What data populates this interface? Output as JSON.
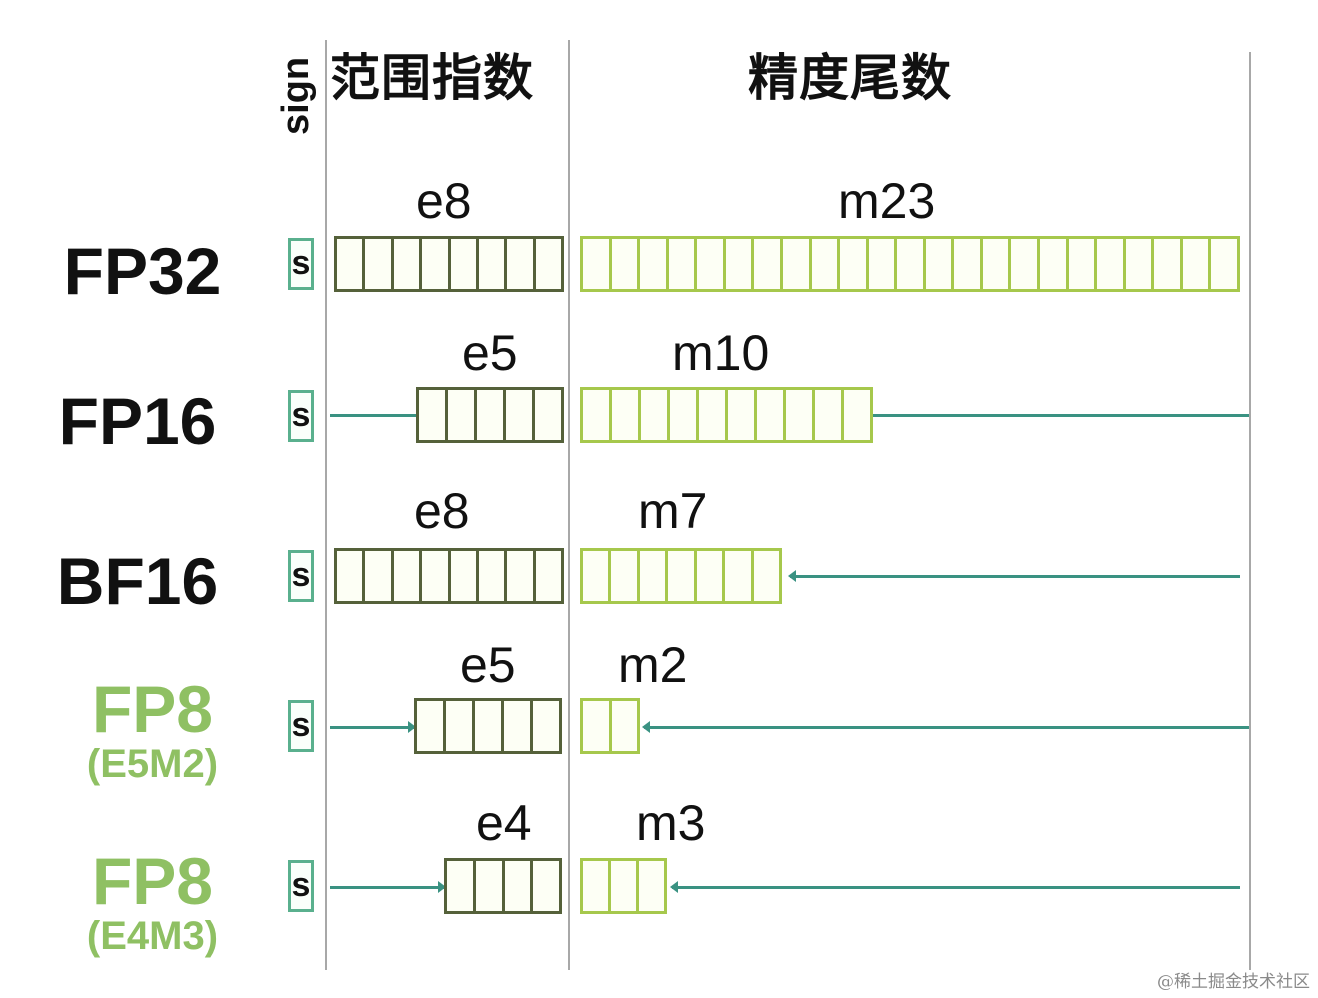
{
  "headers": {
    "sign": "sign",
    "exponent": "范围指数",
    "mantissa": "精度尾数"
  },
  "formats": [
    {
      "name": "FP32",
      "sub": "",
      "sign_label": "s",
      "exp_label": "e8",
      "man_label": "m23",
      "exp_bits": 8,
      "man_bits": 23,
      "color": "#111111"
    },
    {
      "name": "FP16",
      "sub": "",
      "sign_label": "s",
      "exp_label": "e5",
      "man_label": "m10",
      "exp_bits": 5,
      "man_bits": 10,
      "color": "#111111"
    },
    {
      "name": "BF16",
      "sub": "",
      "sign_label": "s",
      "exp_label": "e8",
      "man_label": "m7",
      "exp_bits": 8,
      "man_bits": 7,
      "color": "#111111"
    },
    {
      "name": "FP8",
      "sub": "(E5M2)",
      "sign_label": "s",
      "exp_label": "e5",
      "man_label": "m2",
      "exp_bits": 5,
      "man_bits": 2,
      "color": "#8fc063"
    },
    {
      "name": "FP8",
      "sub": "(E4M3)",
      "sign_label": "s",
      "exp_label": "e4",
      "man_label": "m3",
      "exp_bits": 4,
      "man_bits": 3,
      "color": "#8fc063"
    }
  ],
  "colors": {
    "sign_border": "#5ab08e",
    "exponent_border": "#55613a",
    "mantissa_border": "#a6c84c",
    "connector": "#3a9282",
    "fp8_label": "#8fc063"
  },
  "watermark": "@稀土掘金技术社区"
}
